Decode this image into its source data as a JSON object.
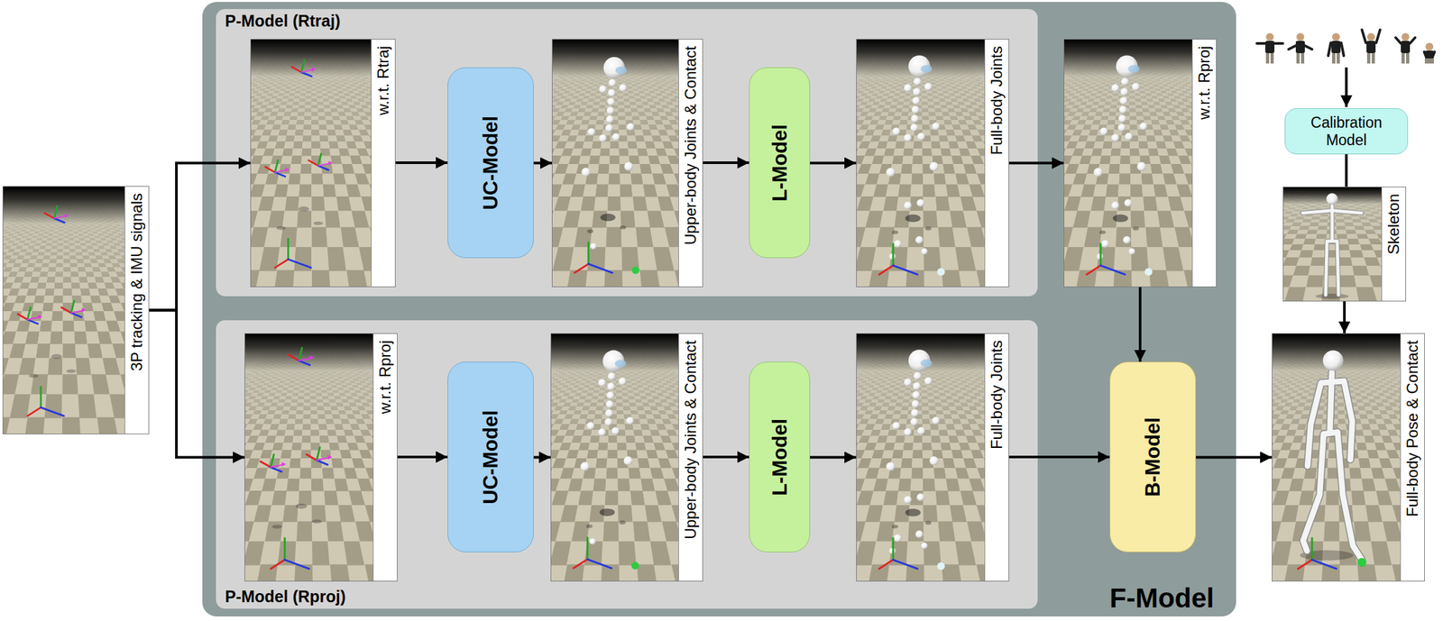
{
  "diagram": {
    "nodes": [
      {
        "text": [
          "3P tracking & IMU signals"
        ]
      },
      {
        "text": [
          "F-Model"
        ]
      },
      {
        "text": [
          "P-Model (Rtraj)"
        ],
        "in": 1
      },
      {
        "text": [
          "w.r.t. Rtraj"
        ],
        "in": 2
      },
      {
        "text": [
          "UC-Model"
        ],
        "in": 2
      },
      {
        "text": [
          "Upper-body Joints & Contact"
        ],
        "in": 2
      },
      {
        "text": [
          "L-Model"
        ],
        "in": 2
      },
      {
        "text": [
          "Full-body Joints"
        ],
        "in": 2
      },
      {
        "text": [
          "w.r.t. Rproj"
        ],
        "in": 1
      },
      {
        "text": [
          "P-Model (Rproj)"
        ],
        "in": 1
      },
      {
        "text": [
          "w.r.t. Rproj"
        ],
        "in": 9
      },
      {
        "text": [
          "UC-Model"
        ],
        "in": 9
      },
      {
        "text": [
          "Upper-body Joints & Contact"
        ],
        "in": 9
      },
      {
        "text": [
          "L-Model"
        ],
        "in": 9
      },
      {
        "text": [
          "Full-body Joints"
        ],
        "in": 9
      },
      {
        "text": [
          "B-Model"
        ],
        "in": 1
      },
      {
        "text": [
          "Calibration Model"
        ]
      },
      {
        "text": [
          "Skeleton"
        ]
      },
      {
        "text": [
          "Full-body Pose & Contact"
        ]
      }
    ],
    "edges": [
      {
        "from": 0,
        "to": 3,
        "arrow": "to"
      },
      {
        "from": 0,
        "to": 10,
        "arrow": "to"
      },
      {
        "from": 3,
        "to": 4,
        "arrow": "to"
      },
      {
        "from": 4,
        "to": 5,
        "arrow": "to"
      },
      {
        "from": 5,
        "to": 6,
        "arrow": "to"
      },
      {
        "from": 6,
        "to": 7,
        "arrow": "to"
      },
      {
        "from": 7,
        "to": 8,
        "arrow": "to"
      },
      {
        "from": 8,
        "to": 15,
        "arrow": "to"
      },
      {
        "from": 10,
        "to": 11,
        "arrow": "to"
      },
      {
        "from": 11,
        "to": 12,
        "arrow": "to"
      },
      {
        "from": 12,
        "to": 13,
        "arrow": "to"
      },
      {
        "from": 13,
        "to": 14,
        "arrow": "to"
      },
      {
        "from": 14,
        "to": 15,
        "arrow": "to"
      },
      {
        "from": 15,
        "to": 18,
        "arrow": "to"
      },
      {
        "from": 16,
        "to": 17,
        "arrow": "none"
      },
      {
        "from": 17,
        "to": 18,
        "arrow": "to"
      }
    ]
  }
}
